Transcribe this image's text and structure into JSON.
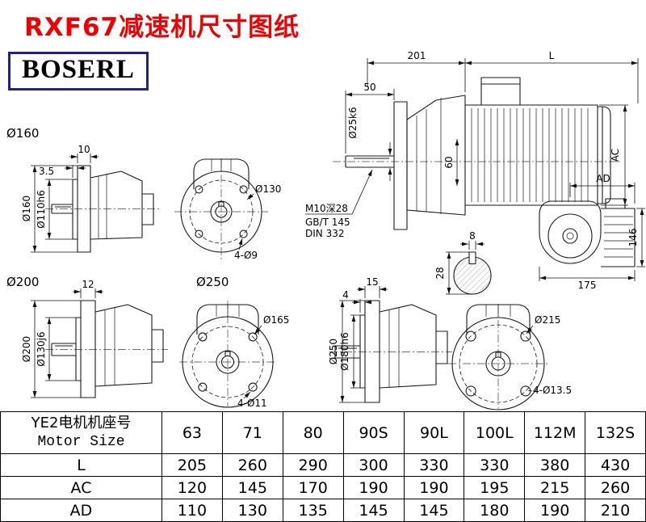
{
  "page": {
    "title": "RXF67减速机尺寸图纸",
    "brand": "BOSERL"
  },
  "colors": {
    "title_red": "#ef0000",
    "logo_border": "#232188",
    "line_black": "#1a1a1a"
  },
  "drawings": {
    "main_side_view": {
      "dim_201": "201",
      "dim_L": "L",
      "dim_50": "50",
      "dim_shaft_dia": "Ø25k6",
      "dim_60": "60",
      "dim_AC": "AC",
      "tap_note_line1": "M10深28",
      "tap_note_line2": "GB/T 145",
      "tap_note_line3": "DIN 332"
    },
    "key_section": {
      "dim_key_width": "8",
      "dim_28": "28"
    },
    "motor_end_view": {
      "dim_AD": "AD",
      "dim_146": "146",
      "dim_175": "175"
    },
    "flange_160": {
      "group_label": "Ø160",
      "dim_thickness": "10",
      "dim_spigot_depth": "3.5",
      "dim_flange_dia": "Ø160",
      "dim_spigot_dia": "Ø110h6",
      "dim_bolt_circle": "Ø130",
      "dim_holes": "4-Ø9"
    },
    "flange_200": {
      "group_label": "Ø200",
      "dim_thickness": "12",
      "dim_flange_dia": "Ø200",
      "dim_spigot_dia": "Ø130j6",
      "dim_bolt_circle": "Ø165",
      "dim_holes": "4-Ø11"
    },
    "flange_250": {
      "group_label": "Ø250",
      "dim_thickness": "15",
      "dim_spigot_depth": "4",
      "dim_flange_dia": "Ø250",
      "dim_spigot_dia": "Ø180h6",
      "dim_bolt_circle": "Ø215",
      "dim_holes": "4-Ø13.5"
    }
  },
  "table": {
    "header_col": {
      "line1": "YE2电机机座号",
      "line2": "Motor Size"
    },
    "motor_sizes": [
      "63",
      "71",
      "80",
      "90S",
      "90L",
      "100L",
      "112M",
      "132S"
    ],
    "rows": [
      {
        "label": "L",
        "values": [
          "205",
          "260",
          "290",
          "300",
          "330",
          "330",
          "380",
          "430"
        ]
      },
      {
        "label": "AC",
        "values": [
          "120",
          "145",
          "170",
          "190",
          "190",
          "195",
          "215",
          "260"
        ]
      },
      {
        "label": "AD",
        "values": [
          "110",
          "130",
          "135",
          "145",
          "145",
          "180",
          "190",
          "210"
        ]
      }
    ]
  }
}
